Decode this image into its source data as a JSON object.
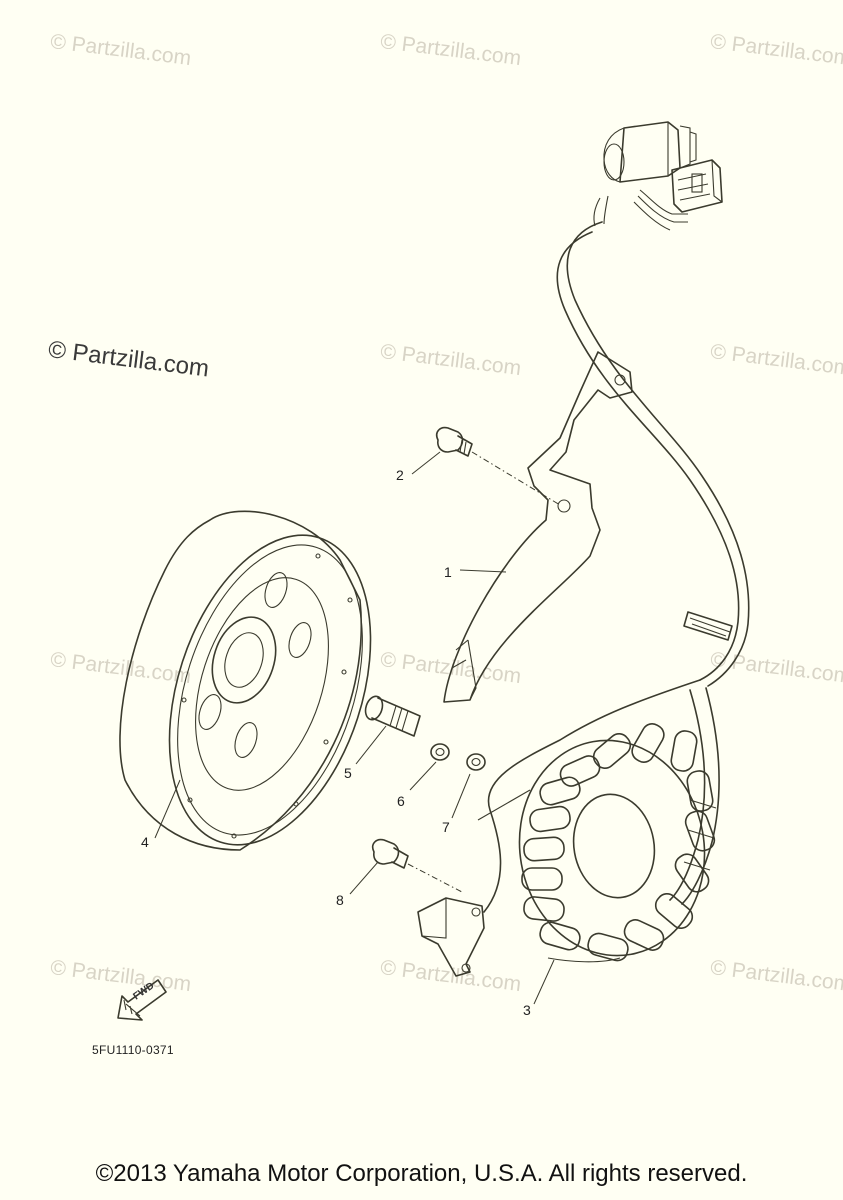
{
  "watermark": {
    "text": "© Partzilla.com",
    "main_text": "© Partzilla.com"
  },
  "callouts": [
    "1",
    "2",
    "3",
    "4",
    "5",
    "6",
    "7",
    "8"
  ],
  "fwd_label": "FWD",
  "part_code": "5FU1110-0371",
  "copyright": "©2013 Yamaha Motor Corporation, U.S.A. All rights reserved.",
  "colors": {
    "background": "#fffff3",
    "line": "#3b3b2e",
    "watermark": "#d8d4c6"
  }
}
